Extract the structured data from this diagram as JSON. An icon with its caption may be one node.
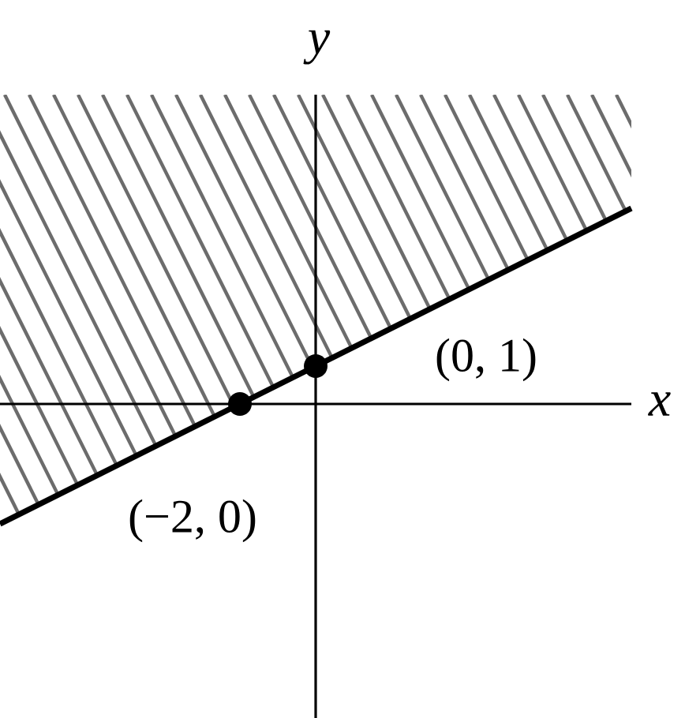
{
  "diagram": {
    "nodes": [
      {
        "text": [],
        "shape": "circle",
        "beside": [
          "(−2, 0)"
        ]
      },
      {
        "text": [],
        "shape": "circle",
        "beside": [
          "(0, 1)"
        ]
      }
    ],
    "labels": [
      "y",
      "x"
    ]
  }
}
